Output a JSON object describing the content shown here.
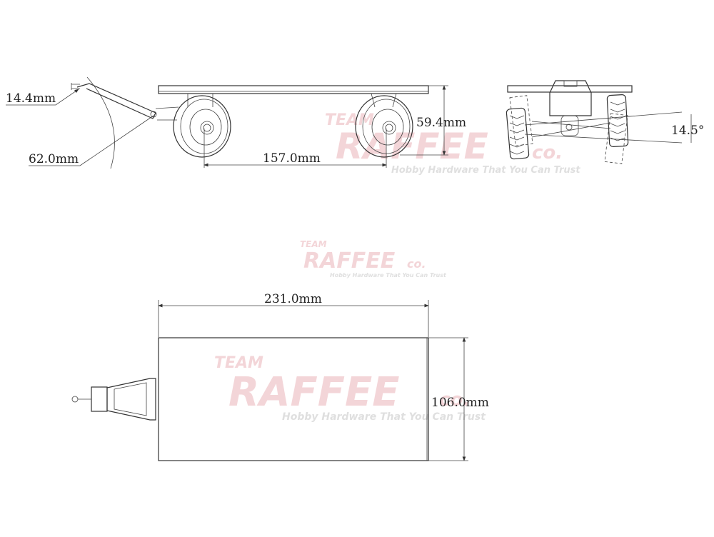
{
  "dimensions": {
    "hitch_height": "14.4mm",
    "drawbar_radius": "62.0mm",
    "wheelbase": "157.0mm",
    "height": "59.4mm",
    "axle_articulation": "14.5°",
    "length": "231.0mm",
    "width": "106.0mm"
  },
  "watermark": {
    "team": "TEAM",
    "brand": "RAFFEE",
    "suffix": "co.",
    "tagline": "Hobby Hardware That You Can Trust"
  }
}
